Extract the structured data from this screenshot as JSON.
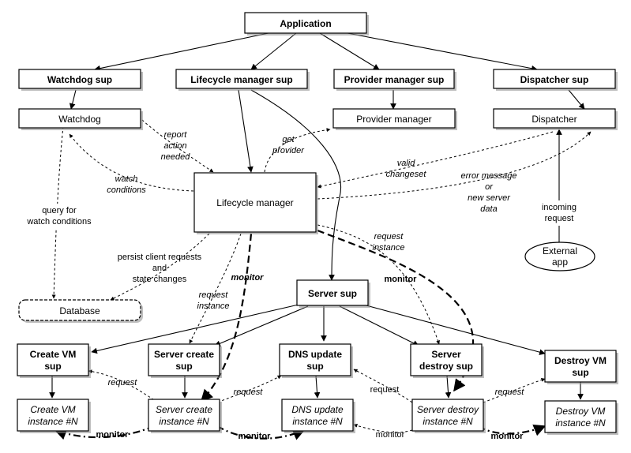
{
  "nodes": {
    "application": "Application",
    "watchdog_sup": "Watchdog sup",
    "lifecycle_manager_sup": "Lifecycle manager sup",
    "provider_manager_sup": "Provider manager sup",
    "dispatcher_sup": "Dispatcher sup",
    "watchdog": "Watchdog",
    "provider_manager": "Provider manager",
    "dispatcher": "Dispatcher",
    "lifecycle_manager": "Lifecycle manager",
    "server_sup": "Server sup",
    "database": "Database",
    "external_app_1": "External",
    "external_app_2": "app",
    "create_vm_sup_1": "Create VM",
    "create_vm_sup_2": "sup",
    "server_create_sup_1": "Server create",
    "server_create_sup_2": "sup",
    "dns_update_sup_1": "DNS update",
    "dns_update_sup_2": "sup",
    "server_destroy_sup_1": "Server",
    "server_destroy_sup_2": "destroy sup",
    "destroy_vm_sup_1": "Destroy VM",
    "destroy_vm_sup_2": "sup",
    "create_vm_instance_1": "Create VM",
    "create_vm_instance_2": "instance #N",
    "server_create_instance_1": "Server create",
    "server_create_instance_2": "instance #N",
    "dns_update_instance_1": "DNS update",
    "dns_update_instance_2": "instance #N",
    "server_destroy_instance_1": "Server destroy",
    "server_destroy_instance_2": "instance #N",
    "destroy_vm_instance_1": "Destroy VM",
    "destroy_vm_instance_2": "instance #N"
  },
  "labels": {
    "report_1": "report",
    "report_2": "action",
    "report_3": "needed",
    "get_provider_1": "get",
    "get_provider_2": "provider",
    "watch_1": "watch",
    "watch_2": "conditions",
    "valid_1": "valid",
    "valid_2": "changeset",
    "error_1": "error message",
    "error_2": "or",
    "error_3": "new server",
    "error_4": "data",
    "query_1": "query for",
    "query_2": "watch conditions",
    "incoming_1": "incoming",
    "incoming_2": "request",
    "persist_1": "persist client requests",
    "persist_2": "and",
    "persist_3": "state changes",
    "req_inst_right_1": "request",
    "req_inst_right_2": "instance",
    "req_inst_left_1": "request",
    "req_inst_left_2": "instance",
    "monitor_left": "monitor",
    "monitor_right": "monitor",
    "request_1": "request",
    "request_2": "request",
    "request_3": "request",
    "request_4": "request",
    "monitor_b1": "monitor",
    "monitor_b2": "monitor",
    "monitor_b3": "monitor",
    "monitor_b4": "monitor"
  }
}
